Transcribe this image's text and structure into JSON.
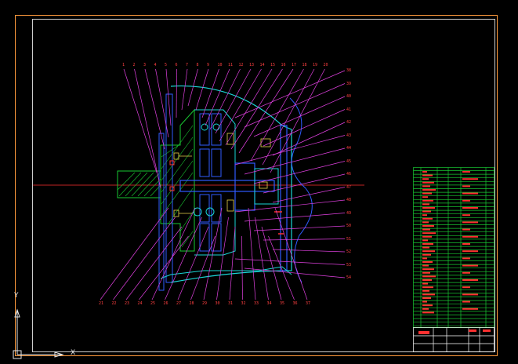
{
  "colors": {
    "background": "#000000",
    "outer_border": "#ff9a3c",
    "inner_border": "#ffffff",
    "leader_lines": "#e040e0",
    "part_outline": "#2f5bff",
    "hatch_green": "#19c832",
    "cyan": "#19d6d6",
    "yellow": "#e6d24a",
    "red": "#ff3030",
    "table_green": "#19c832",
    "ucs": "#e6e6e6"
  },
  "drawing": {
    "left_balloon_labels": [
      "1",
      "2",
      "3",
      "4",
      "5",
      "6",
      "7",
      "8",
      "9",
      "10",
      "11",
      "12",
      "13",
      "14",
      "15",
      "16",
      "17",
      "18",
      "19",
      "20"
    ],
    "bottom_balloon_labels": [
      "21",
      "22",
      "23",
      "24",
      "25",
      "26",
      "27",
      "28",
      "29",
      "30",
      "31",
      "32",
      "33",
      "34",
      "35",
      "36",
      "37"
    ],
    "right_balloon_labels": [
      "38",
      "39",
      "40",
      "41",
      "42",
      "43",
      "44",
      "45",
      "46",
      "47",
      "48",
      "49",
      "50",
      "51",
      "52",
      "53",
      "54"
    ],
    "title_block_scale": "1:1"
  },
  "ucs": {
    "x_axis": "X",
    "y_axis": "Y"
  }
}
